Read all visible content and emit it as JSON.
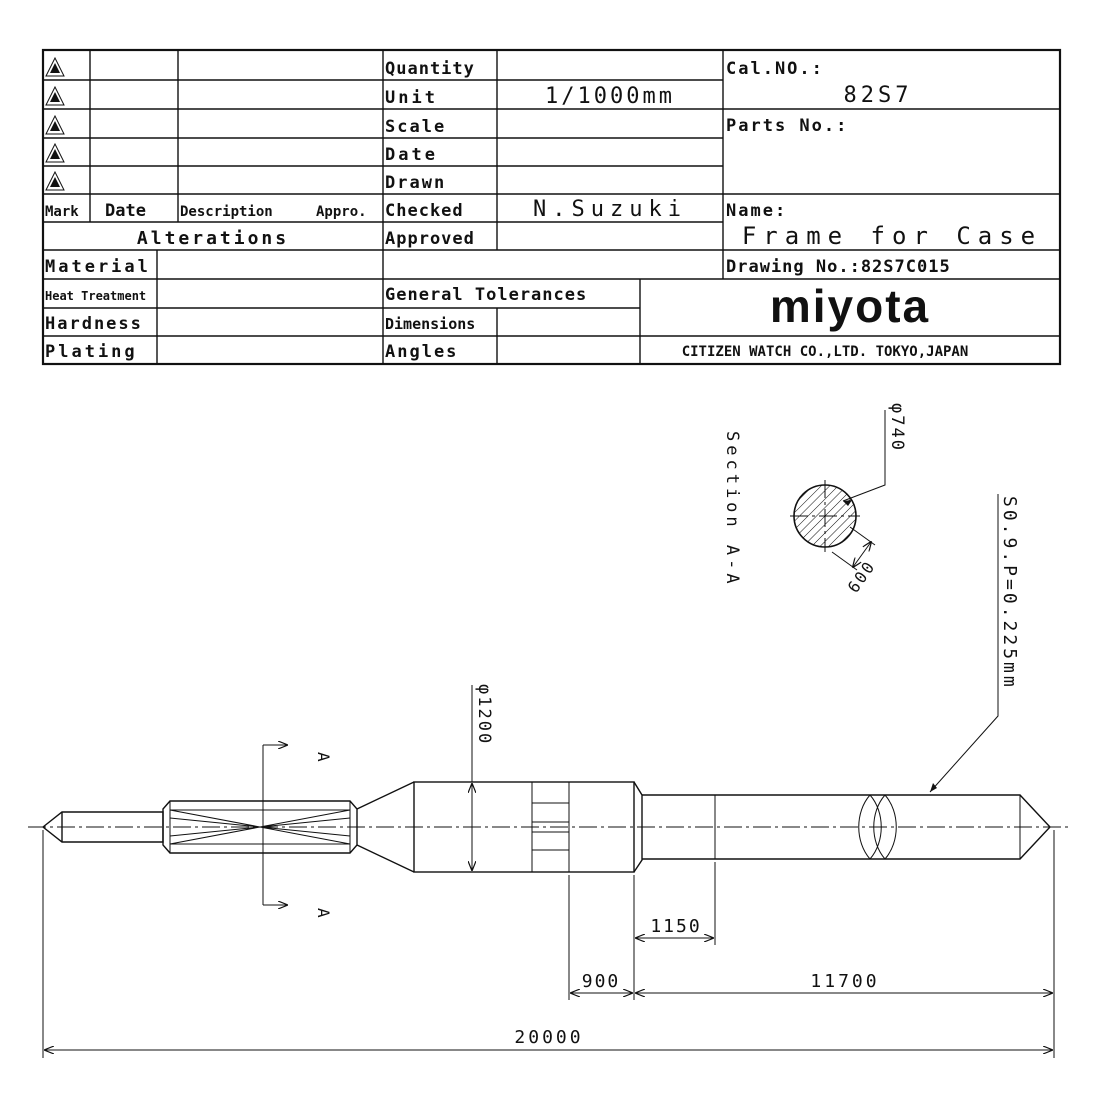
{
  "title_block": {
    "revision_rows": 5,
    "revision_header": {
      "mark": "Mark",
      "date": "Date",
      "description": "Description",
      "approved": "Appro."
    },
    "alterations_label": "Alterations",
    "fields": {
      "quantity": {
        "label": "Quantity",
        "value": ""
      },
      "unit": {
        "label": "Unit",
        "value": "1/1000mm"
      },
      "scale": {
        "label": "Scale",
        "value": ""
      },
      "date": {
        "label": "Date",
        "value": ""
      },
      "drawn": {
        "label": "Drawn",
        "value": ""
      },
      "checked": {
        "label": "Checked",
        "value": "N.Suzuki"
      },
      "approved": {
        "label": "Approved",
        "value": ""
      }
    },
    "cal_no_label": "Cal.NO.:",
    "cal_no_value": "82S7",
    "parts_no_label": "Parts No.:",
    "name_label": "Name:",
    "name_value": "Frame for Case",
    "drawing_no": "Drawing No.:82S7C015",
    "material_label": "Material",
    "heat_treatment_label": "Heat Treatment",
    "hardness_label": "Hardness",
    "plating_label": "Plating",
    "general_tolerances_label": "General Tolerances",
    "dimensions_label": "Dimensions",
    "angles_label": "Angles",
    "logo": "miyota",
    "company": "CITIZEN WATCH CO.,LTD. TOKYO,JAPAN"
  },
  "drawing": {
    "section_label": "Section A-A",
    "section_diameter": "φ740",
    "section_flat": "600",
    "section_marker": "A",
    "diameter_label": "φ1200",
    "thread_note": "S0.9.P=0.225mm",
    "dim_1150": "1150",
    "dim_900": "900",
    "dim_11700": "11700",
    "dim_20000": "20000"
  }
}
